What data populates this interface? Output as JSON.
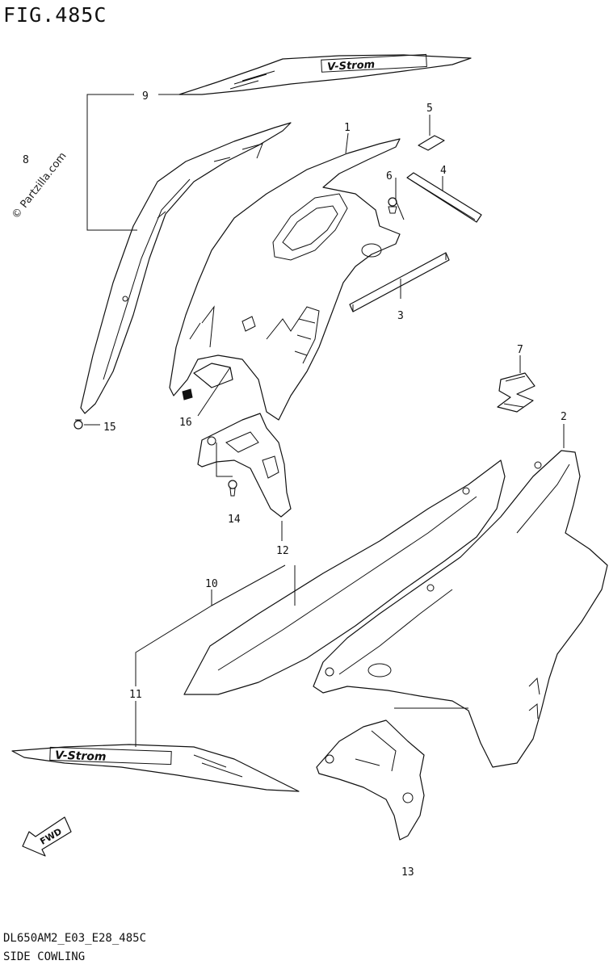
{
  "header": {
    "figure_title": "FIG.485C"
  },
  "watermark": {
    "text": "© Partzilla.com"
  },
  "callouts": [
    {
      "id": "c1",
      "label": "1"
    },
    {
      "id": "c2",
      "label": "2"
    },
    {
      "id": "c3",
      "label": "3"
    },
    {
      "id": "c4",
      "label": "4"
    },
    {
      "id": "c5",
      "label": "5"
    },
    {
      "id": "c6",
      "label": "6"
    },
    {
      "id": "c7",
      "label": "7"
    },
    {
      "id": "c8",
      "label": "8"
    },
    {
      "id": "c9",
      "label": "9"
    },
    {
      "id": "c10",
      "label": "10"
    },
    {
      "id": "c11",
      "label": "11"
    },
    {
      "id": "c12",
      "label": "12"
    },
    {
      "id": "c13",
      "label": "13"
    },
    {
      "id": "c14",
      "label": "14"
    },
    {
      "id": "c15",
      "label": "15"
    },
    {
      "id": "c16",
      "label": "16"
    }
  ],
  "decals": {
    "brand_text": "V-Strom",
    "fwd_label": "FWD"
  },
  "footer": {
    "code": "DL650AM2_E03_E28_485C",
    "name": "SIDE COWLING"
  }
}
